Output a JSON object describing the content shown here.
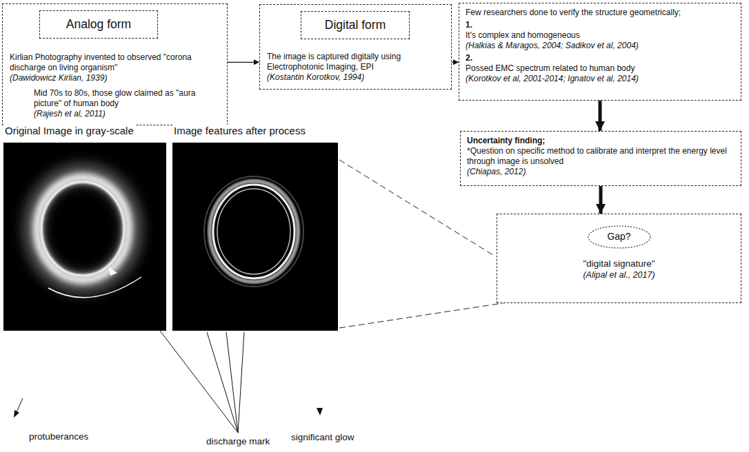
{
  "diagram": {
    "nodes": [
      {
        "text": [
          "Kirlian Photography invented to observed \"corona discharge on living organism\"",
          "(Dawidowicz Kirlian, 1939)",
          "Mid 70s to 80s, those glow claimed as \"aura picture\" of human body",
          "(Rajesh et al, 2011)"
        ]
      },
      {
        "text": [
          "Analog form"
        ],
        "in": 0
      },
      {
        "text": [
          "The image is captured digitally using Electrophotonic Imaging, EPI",
          "(Kostantin Korotkov, 1994)"
        ]
      },
      {
        "text": [
          "Digital form"
        ],
        "in": 2
      },
      {
        "text": [
          "Few researchers done to verify the structure geometrically;",
          "1.",
          "It's complex and homogeneous",
          "(Halkias & Maragos, 2004; Sadikov et al, 2004)",
          "2.",
          "Possed EMC spectrum related to human body",
          "(Korotkov et al, 2001-2014; Ignatov et al, 2014)"
        ]
      },
      {
        "text": [
          "Uncertainty finding;",
          "*Question on specific method to calibrate and interpret the energy level through image is unsolved",
          "(Chiapas, 2012)"
        ]
      },
      {
        "text": [
          "\"digital signature\"",
          "(Alipal et al., 2017)"
        ]
      },
      {
        "text": [
          "Gap?"
        ],
        "in": 6
      }
    ],
    "edges": [
      {
        "from": 0,
        "to": 2,
        "arrow": "to"
      },
      {
        "from": 2,
        "to": 4,
        "arrow": "to"
      },
      {
        "from": 4,
        "to": 5,
        "arrow": "to"
      },
      {
        "from": 5,
        "to": 6,
        "arrow": "to"
      }
    ],
    "labels": [
      "Original Image in gray-scale",
      "Image features after process",
      "protuberances",
      "discharge mark",
      "significant glow"
    ]
  }
}
